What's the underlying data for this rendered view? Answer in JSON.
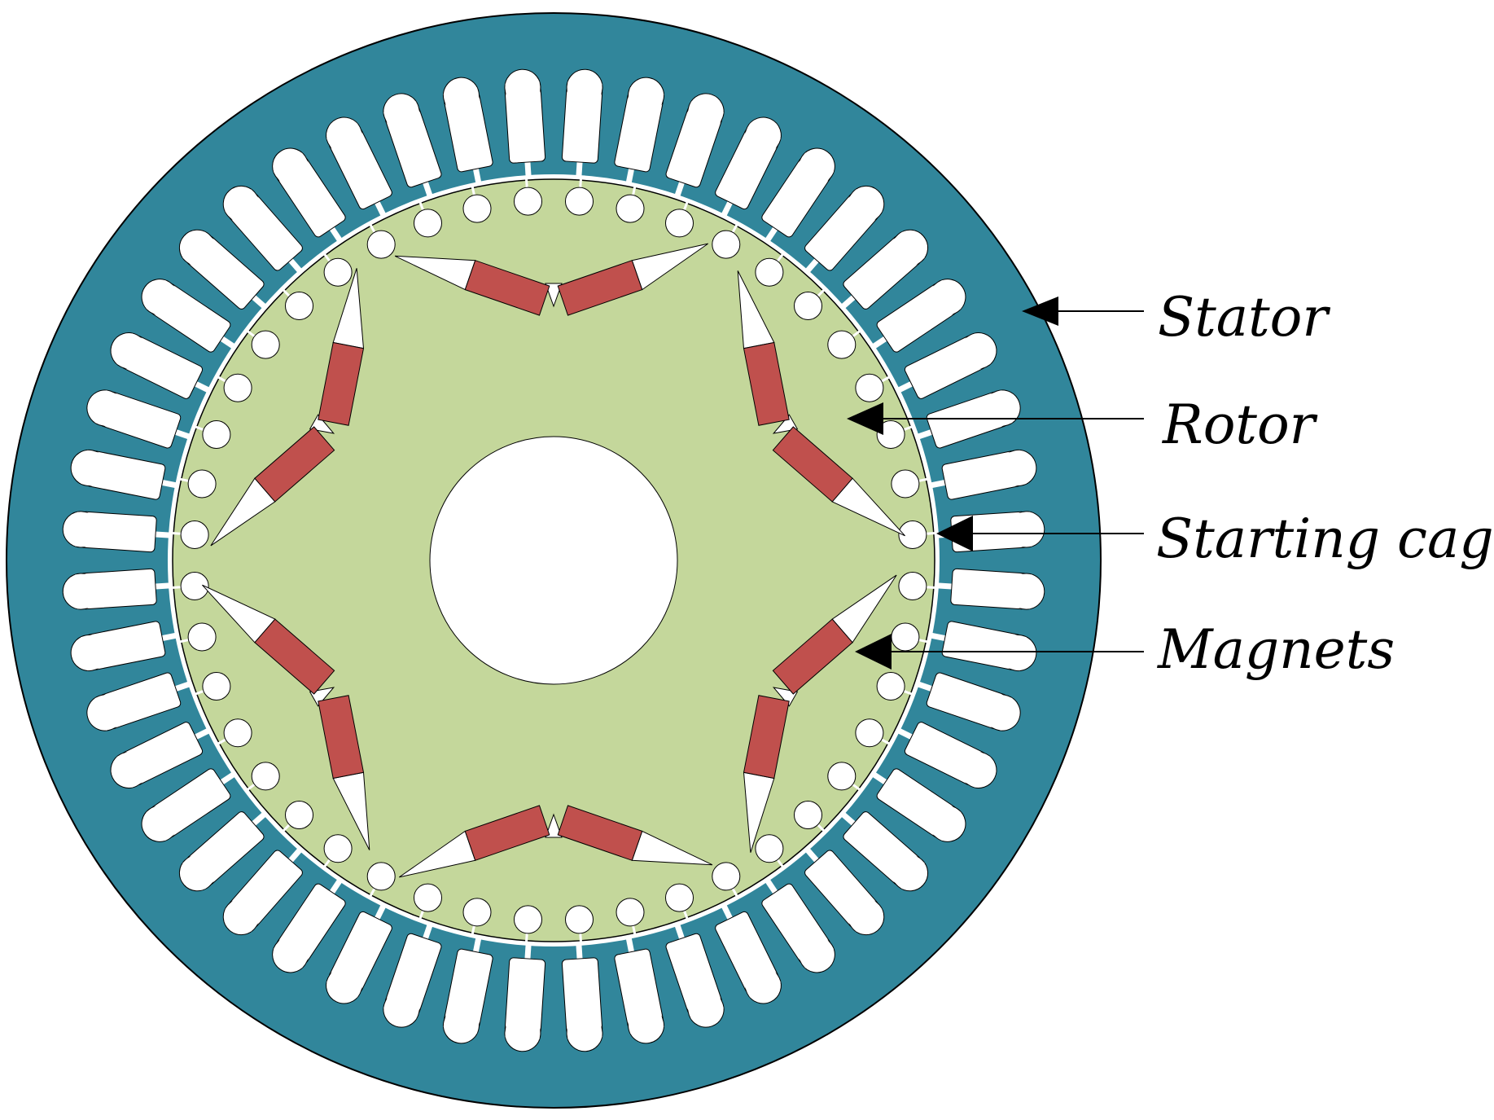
{
  "labels": {
    "stator": "Stator",
    "rotor": "Rotor",
    "starting_cage": "Starting cage",
    "magnets": "Magnets"
  },
  "structure": {
    "stator_slots": 48,
    "rotor_bars": 44,
    "magnet_poles": 6
  },
  "colors": {
    "stator": "#31869b",
    "rotor": "#c4d79b",
    "magnets": "#c0504d",
    "slots": "#ffffff",
    "outline": "#000000"
  }
}
